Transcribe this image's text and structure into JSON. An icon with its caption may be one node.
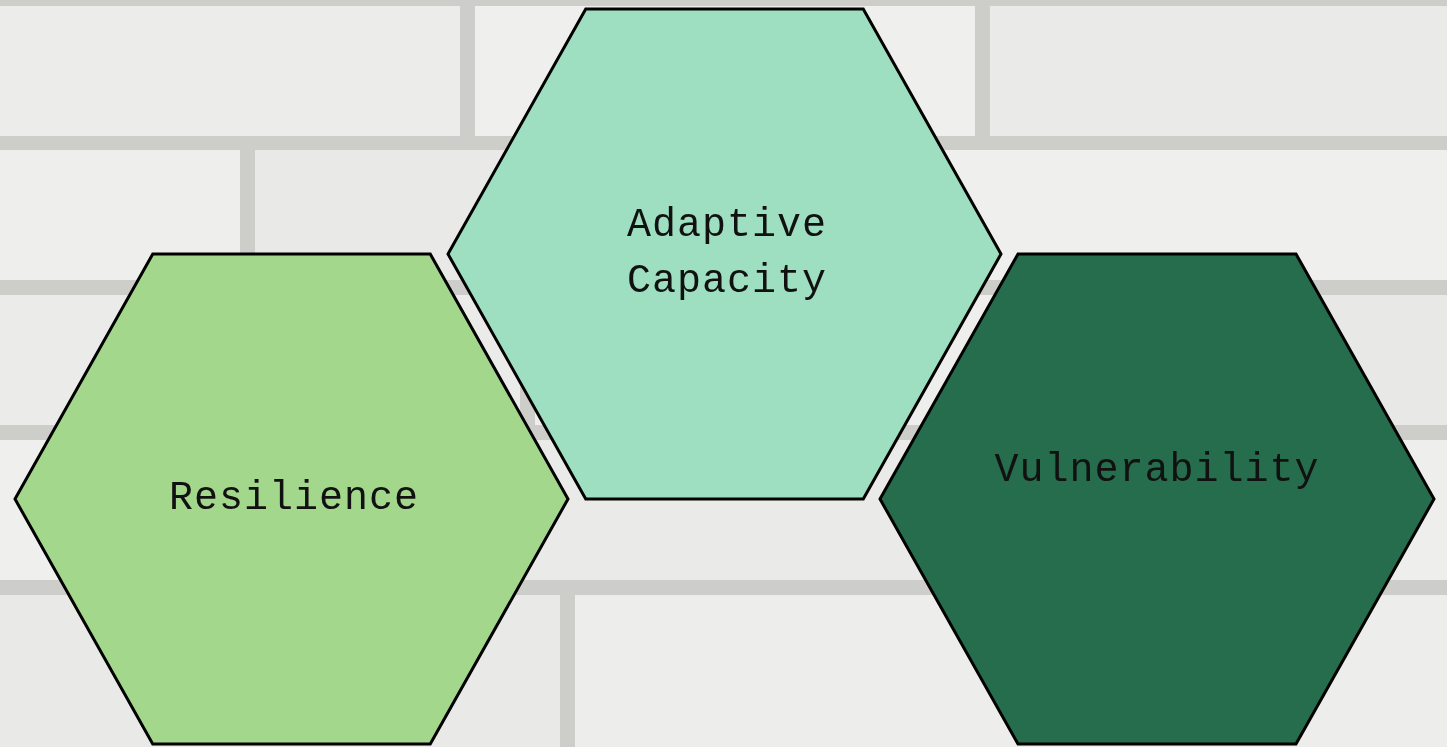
{
  "diagram": {
    "nodes": [
      {
        "text": [
          "Resilience"
        ]
      },
      {
        "text": [
          "Adaptive Capacity"
        ]
      },
      {
        "text": [
          "Vulnerability"
        ]
      }
    ]
  }
}
